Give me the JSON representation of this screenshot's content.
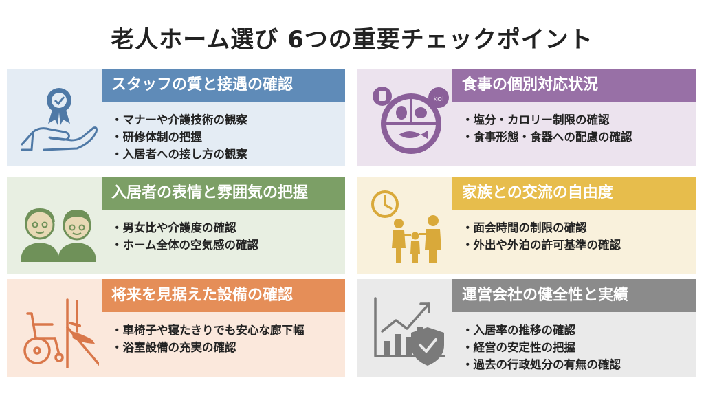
{
  "title": "老人ホーム選び 6つの重要チェックポイント",
  "cards": [
    {
      "heading": "スタッフの質と接遇の確認",
      "items": [
        "マナーや介護技術の観察",
        "研修体制の把握",
        "入居者への接し方の観察"
      ],
      "icon": "care-hand-award-icon",
      "accent": "#5f8bb8"
    },
    {
      "heading": "食事の個別対応状況",
      "items": [
        "塩分・カロリー制限の確認",
        "食事形態・食器への配慮の確認"
      ],
      "icon": "meal-plate-icon",
      "icon_label": "kol",
      "accent": "#9870a6"
    },
    {
      "heading": "入居者の表情と雰囲気の把握",
      "items": [
        "男女比や介護度の確認",
        "ホーム全体の空気感の確認"
      ],
      "icon": "elderly-couple-icon",
      "accent": "#7c9f66"
    },
    {
      "heading": "家族との交流の自由度",
      "items": [
        "面会時間の制限の確認",
        "外出や外泊の許可基準の確認"
      ],
      "icon": "family-clock-icon",
      "accent": "#e7bd4c"
    },
    {
      "heading": "将来を見据えた設備の確認",
      "items": [
        "車椅子や寝たきりでも安心な廊下幅",
        "浴室設備の充実の確認"
      ],
      "icon": "wheelchair-icon",
      "accent": "#e58e58"
    },
    {
      "heading": "運営会社の健全性と実績",
      "items": [
        "入居率の推移の確認",
        "経営の安定性の把握",
        "過去の行政処分の有無の確認"
      ],
      "icon": "growth-chart-shield-icon",
      "accent": "#8b8b8b"
    }
  ]
}
